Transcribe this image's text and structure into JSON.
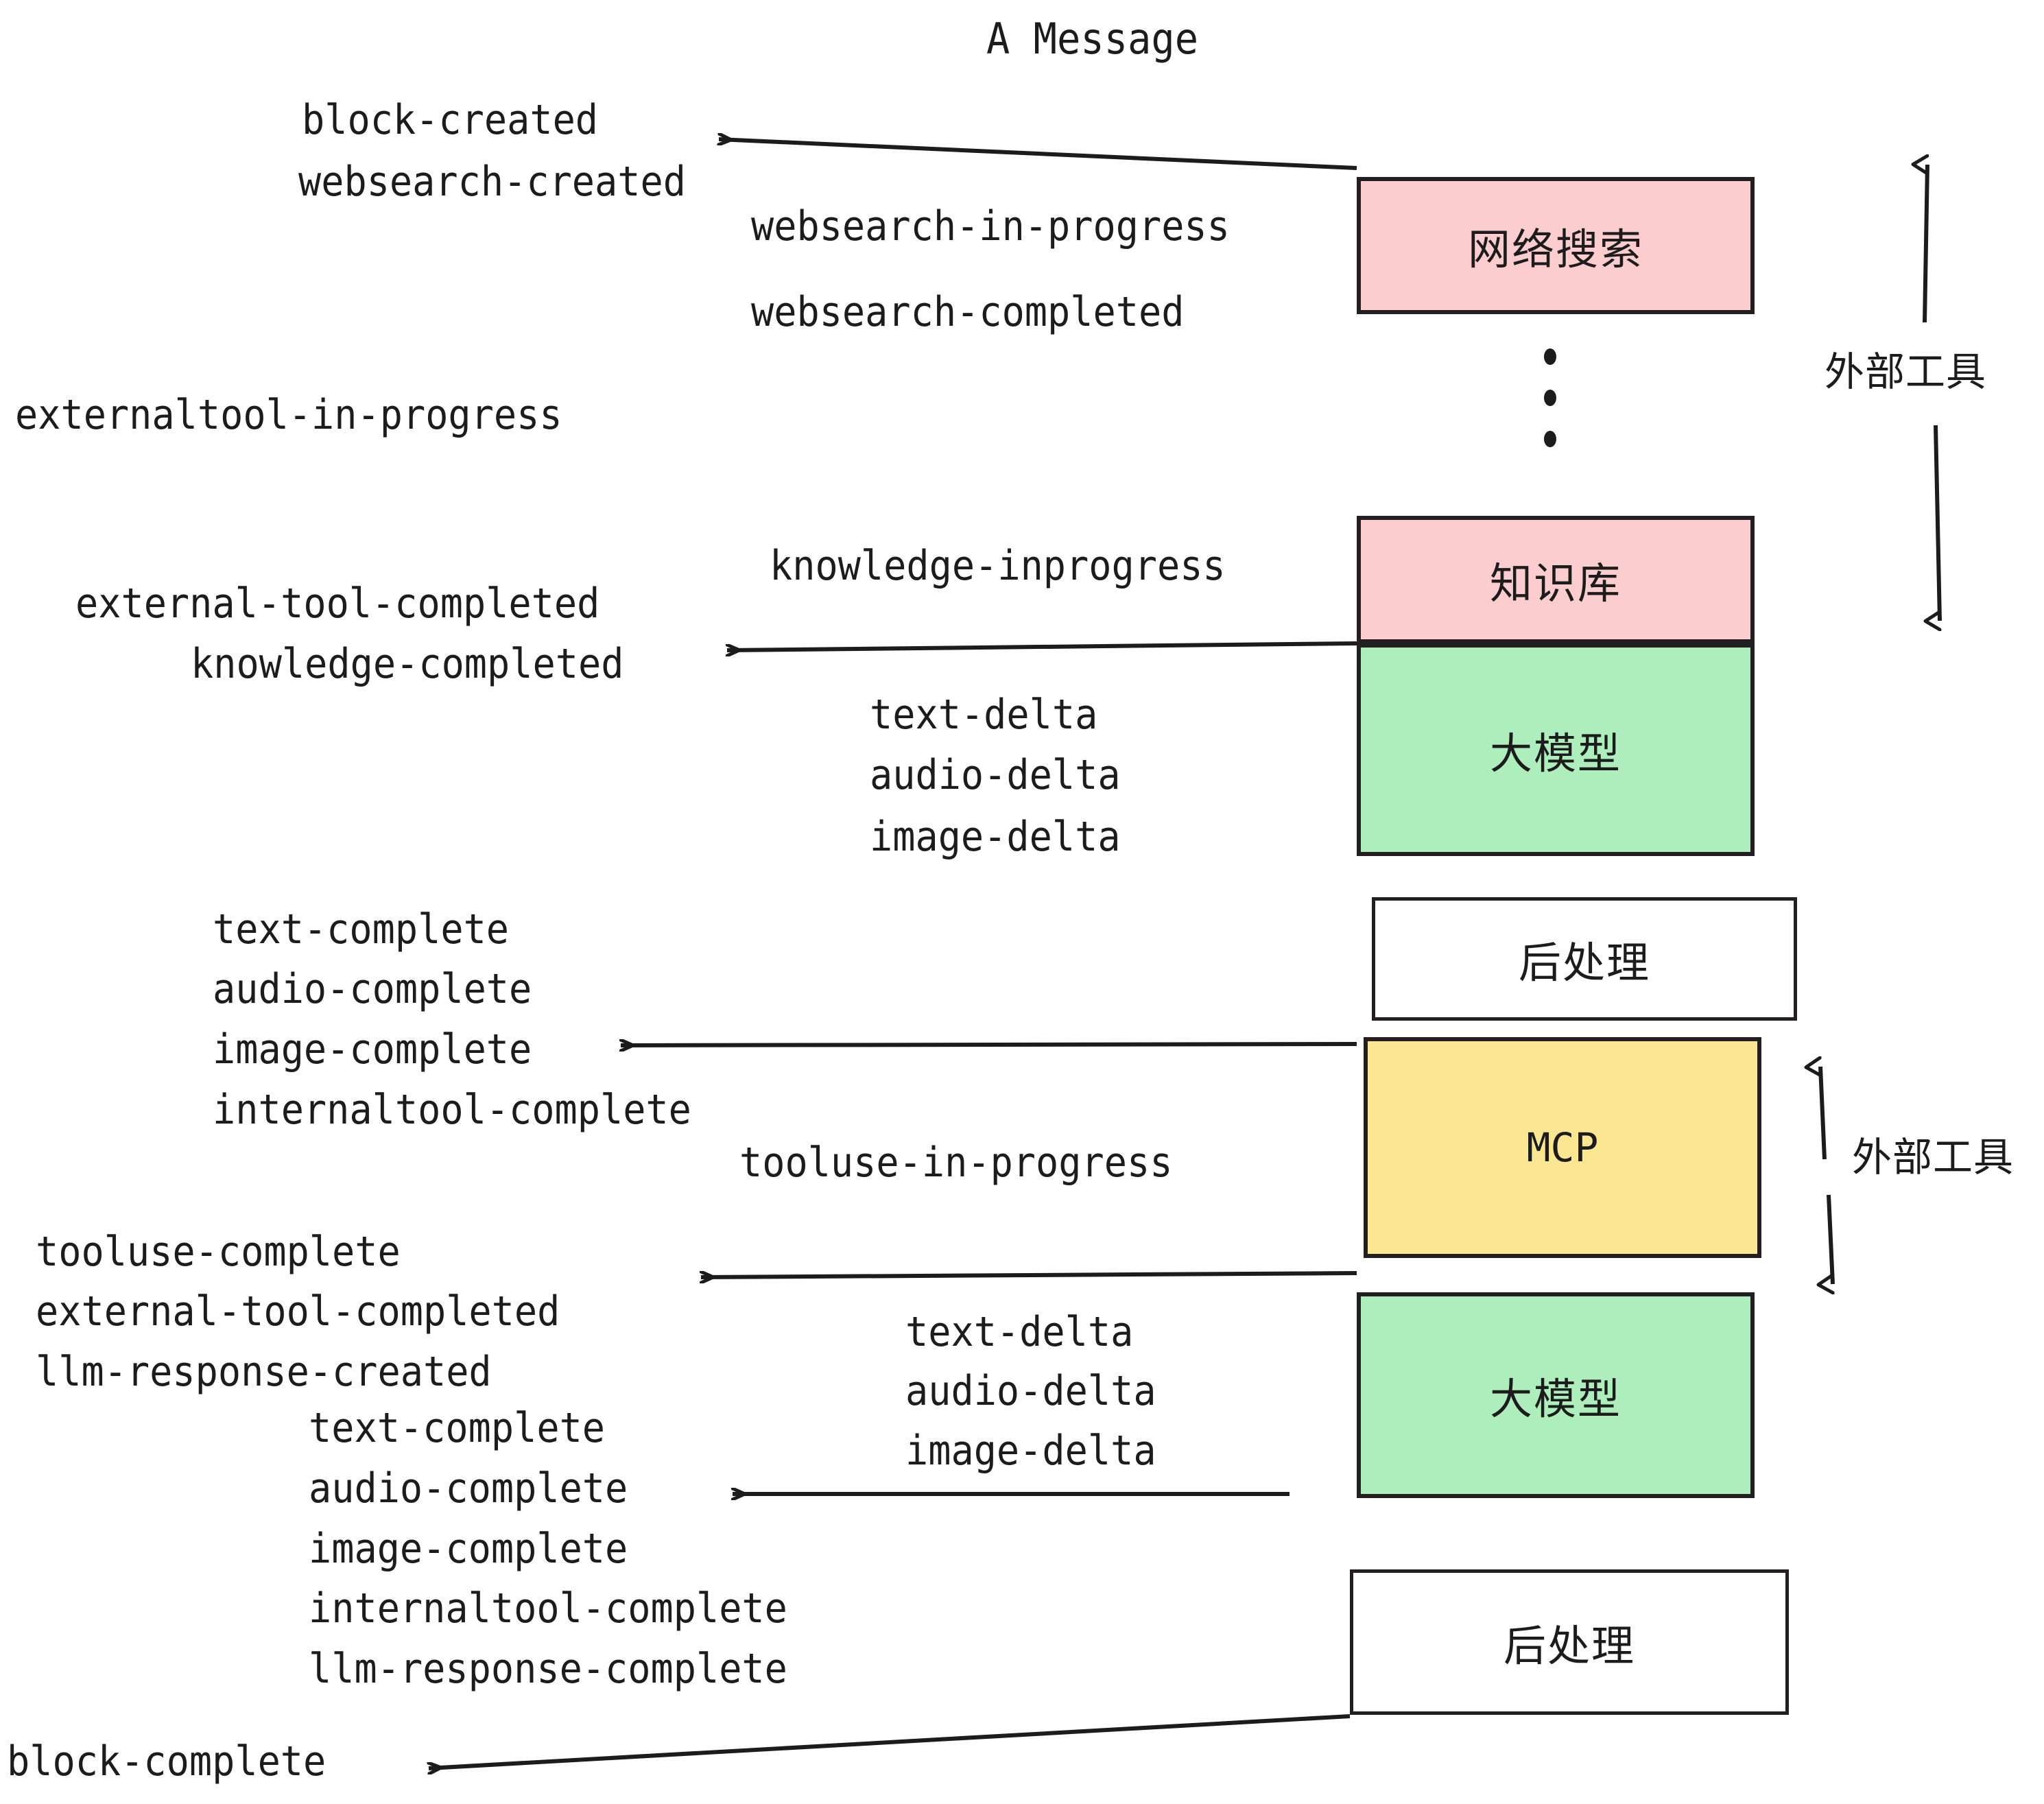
{
  "title": "A Message",
  "events": {
    "block_created": "block-created",
    "websearch_created": "websearch-created",
    "websearch_in_progress": "websearch-in-progress",
    "websearch_completed": "websearch-completed",
    "externaltool_in_progress": "externaltool-in-progress",
    "knowledge_inprogress": "knowledge-inprogress",
    "external_tool_completed_1": "external-tool-completed",
    "knowledge_completed": "knowledge-completed",
    "text_delta_1": "text-delta",
    "audio_delta_1": "audio-delta",
    "image_delta_1": "image-delta",
    "text_complete_1": "text-complete",
    "audio_complete_1": "audio-complete",
    "image_complete_1": "image-complete",
    "internaltool_complete_1": "internaltool-complete",
    "tooluse_in_progress": "tooluse-in-progress",
    "tooluse_complete": "tooluse-complete",
    "external_tool_completed_2": "external-tool-completed",
    "llm_response_created": "llm-response-created",
    "text_delta_2": "text-delta",
    "audio_delta_2": "audio-delta",
    "image_delta_2": "image-delta",
    "text_complete_2": "text-complete",
    "audio_complete_2": "audio-complete",
    "image_complete_2": "image-complete",
    "internaltool_complete_2": "internaltool-complete",
    "llm_response_complete": "llm-response-complete",
    "block_complete": "block-complete"
  },
  "nodes": {
    "websearch": "网络搜索",
    "knowledge": "知识库",
    "llm_1": "大模型",
    "postprocess_1": "后处理",
    "mcp": "MCP",
    "llm_2": "大模型",
    "postprocess_2": "后处理"
  },
  "annotations": {
    "external_tools_upper": "外部工具",
    "external_tools_lower": "外部工具"
  },
  "colors": {
    "pink": "#FBCDCF",
    "green": "#AEEDBC",
    "yellow": "#FBE692",
    "white": "#FFFFFF",
    "stroke": "#231F20",
    "text": "#1C1C1C"
  }
}
